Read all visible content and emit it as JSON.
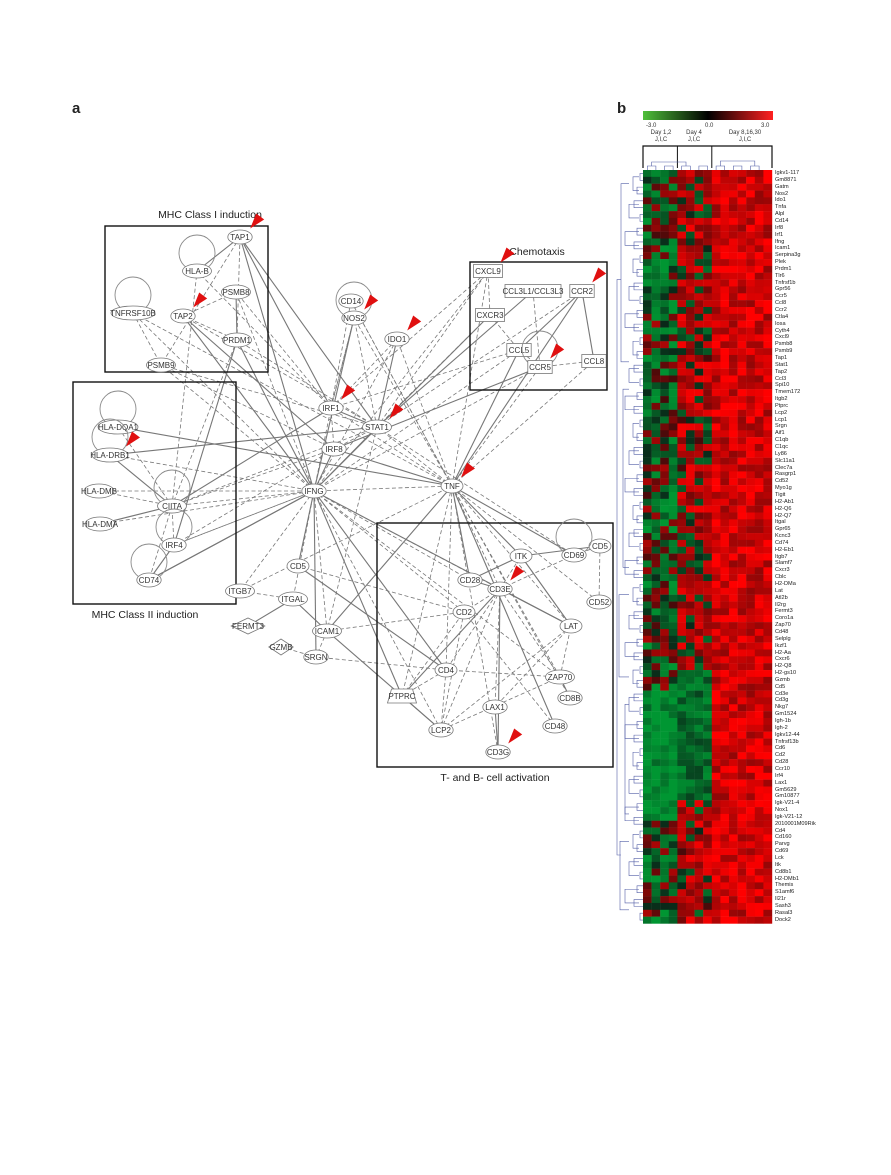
{
  "panels": {
    "a": "a",
    "b": "b"
  },
  "network": {
    "groups": [
      {
        "id": "mhc1",
        "title": "MHC Class I induction"
      },
      {
        "id": "mhc2",
        "title": "MHC Class II induction"
      },
      {
        "id": "chemo",
        "title": "Chemotaxis"
      },
      {
        "id": "tb",
        "title": "T- and B- cell activation"
      }
    ],
    "nodes": [
      {
        "id": "TAP1",
        "label": "TAP1",
        "shape": "ellipse",
        "red": true
      },
      {
        "id": "HLAB",
        "label": "HLA-B",
        "shape": "ellipse",
        "self": true
      },
      {
        "id": "PSMB8",
        "label": "PSMB8",
        "shape": "ellipse"
      },
      {
        "id": "TAP2",
        "label": "TAP2",
        "shape": "ellipse",
        "red": true
      },
      {
        "id": "TNFRSF10B",
        "label": "TNFRSF10B",
        "shape": "ellipse",
        "self": true
      },
      {
        "id": "PRDM1",
        "label": "PRDM1",
        "shape": "ellipse"
      },
      {
        "id": "PSMB9",
        "label": "PSMB9",
        "shape": "ellipse"
      },
      {
        "id": "CD14",
        "label": "CD14",
        "shape": "ellipse"
      },
      {
        "id": "NOS2",
        "label": "NOS2",
        "shape": "ellipse",
        "red": true,
        "self": true
      },
      {
        "id": "IDO1",
        "label": "IDO1",
        "shape": "ellipse",
        "red": true
      },
      {
        "id": "CXCL9",
        "label": "CXCL9",
        "shape": "rect",
        "red": true
      },
      {
        "id": "CCL3L1",
        "label": "CCL3L1/CCL3L3",
        "shape": "rect"
      },
      {
        "id": "CXCR3",
        "label": "CXCR3",
        "shape": "rect"
      },
      {
        "id": "CCR2",
        "label": "CCR2",
        "shape": "rect",
        "red": true
      },
      {
        "id": "CCL5",
        "label": "CCL5",
        "shape": "rect"
      },
      {
        "id": "CCL8",
        "label": "CCL8",
        "shape": "rect"
      },
      {
        "id": "CCR5",
        "label": "CCR5",
        "shape": "rect",
        "red": true,
        "self": true
      },
      {
        "id": "HLADQA1",
        "label": "HLA-DQA1",
        "shape": "ellipse",
        "self": true
      },
      {
        "id": "HLADRB1",
        "label": "HLA-DRB1",
        "shape": "ellipse",
        "red": true,
        "self": true
      },
      {
        "id": "HLADMB",
        "label": "HLA-DMB",
        "shape": "ellipse"
      },
      {
        "id": "HLADMA",
        "label": "HLA-DMA",
        "shape": "ellipse"
      },
      {
        "id": "CIITA",
        "label": "CIITA",
        "shape": "ellipse",
        "self": true
      },
      {
        "id": "IRF4",
        "label": "IRF4",
        "shape": "ellipse",
        "self": true
      },
      {
        "id": "CD74",
        "label": "CD74",
        "shape": "ellipse",
        "self": true
      },
      {
        "id": "IRF1",
        "label": "IRF1",
        "shape": "ellipse",
        "red": true
      },
      {
        "id": "STAT1",
        "label": "STAT1",
        "shape": "ellipse",
        "red": true
      },
      {
        "id": "IRF8",
        "label": "IRF8",
        "shape": "ellipse"
      },
      {
        "id": "IFNG",
        "label": "IFNG",
        "shape": "ellipse"
      },
      {
        "id": "TNF",
        "label": "TNF",
        "shape": "ellipse",
        "red": true
      },
      {
        "id": "CD5",
        "label": "CD5",
        "shape": "ellipse"
      },
      {
        "id": "ITGB7",
        "label": "ITGB7",
        "shape": "ellipse"
      },
      {
        "id": "ITGAL",
        "label": "ITGAL",
        "shape": "ellipse"
      },
      {
        "id": "FERMT3",
        "label": "FERMT3",
        "shape": "diamond"
      },
      {
        "id": "ICAM1",
        "label": "ICAM1",
        "shape": "ellipse"
      },
      {
        "id": "GZMB",
        "label": "GZMB",
        "shape": "diamond"
      },
      {
        "id": "SRGN",
        "label": "SRGN",
        "shape": "ellipse"
      },
      {
        "id": "ITK",
        "label": "ITK",
        "shape": "ellipse"
      },
      {
        "id": "CD69",
        "label": "CD69",
        "shape": "ellipse",
        "self": true
      },
      {
        "id": "CD28",
        "label": "CD28",
        "shape": "ellipse"
      },
      {
        "id": "CD3E",
        "label": "CD3E",
        "shape": "ellipse",
        "red": true
      },
      {
        "id": "CD5b",
        "label": "CD5",
        "shape": "ellipse"
      },
      {
        "id": "CD52",
        "label": "CD52",
        "shape": "ellipse"
      },
      {
        "id": "CD2",
        "label": "CD2",
        "shape": "ellipse"
      },
      {
        "id": "LAT",
        "label": "LAT",
        "shape": "ellipse"
      },
      {
        "id": "CD4",
        "label": "CD4",
        "shape": "ellipse"
      },
      {
        "id": "ZAP70",
        "label": "ZAP70",
        "shape": "ellipse"
      },
      {
        "id": "CD8B",
        "label": "CD8B",
        "shape": "ellipse"
      },
      {
        "id": "PTPRC",
        "label": "PTPRC",
        "shape": "trap"
      },
      {
        "id": "LAX1",
        "label": "LAX1",
        "shape": "ellipse"
      },
      {
        "id": "LCP2",
        "label": "LCP2",
        "shape": "ellipse"
      },
      {
        "id": "CD48",
        "label": "CD48",
        "shape": "ellipse"
      },
      {
        "id": "CD3G",
        "label": "CD3G",
        "shape": "ellipse",
        "red": true
      }
    ]
  },
  "heatmap": {
    "legend": {
      "min": "-3.0",
      "mid": "0.0",
      "max": "3.0"
    },
    "time_groups": [
      {
        "label": "Day 1,2",
        "sub": "J,I,C"
      },
      {
        "label": "Day 4",
        "sub": "J,I,C"
      },
      {
        "label": "Day 8,16,30",
        "sub": "J,I,C"
      }
    ],
    "genes": [
      "Igkv1-117",
      "Gm8871",
      "Gatm",
      "Nos2",
      "Ido1",
      "Tnfa",
      "Alpl",
      "Cd14",
      "Irf8",
      "Irf1",
      "Ifng",
      "Icam1",
      "Serpina3g",
      "Plek",
      "Prdm1",
      "Tlr6",
      "Tnfrsf1b",
      "Gpr56",
      "Ccr5",
      "Ccl8",
      "Ccr2",
      "Ctla4",
      "Iosa",
      "Cyth4",
      "Cxcl9",
      "Psmb8",
      "Psmb9",
      "Tap1",
      "Stat1",
      "Tap2",
      "Ccl3",
      "Spi10",
      "Tmem172",
      "Itgb2",
      "Ptprc",
      "Lcp2",
      "Lcp1",
      "Srgn",
      "Aif1",
      "C1qb",
      "C1qc",
      "Ly86",
      "Slc11a1",
      "Clec7a",
      "Rasgrp1",
      "Cd52",
      "Myo1g",
      "Tigit",
      "H2-Ab1",
      "H2-Q6",
      "H2-Q7",
      "Itgal",
      "Gpr65",
      "Kcnc3",
      "Cd74",
      "H2-Eb1",
      "Itgb7",
      "Slamf7",
      "Cxcr3",
      "Cblc",
      "H2-DMa",
      "Lat",
      "Atl2b",
      "Il2rg",
      "Fermt3",
      "Coro1a",
      "Zap70",
      "Cd48",
      "Selplg",
      "Ikzf1",
      "H2-Aa",
      "Cxcr6",
      "H2-Q8",
      "H2-gs10",
      "Gzmb",
      "Cd5",
      "Cd3e",
      "Cd3g",
      "Nkg7",
      "Gm1524",
      "Igh-1b",
      "Igh-2",
      "Igkv12-44",
      "Tnfrsf13b",
      "Cd6",
      "Cd2",
      "Cd28",
      "Ccr10",
      "Irf4",
      "Lax1",
      "Gm5629",
      "Gm10877",
      "Igk-V21-4",
      "Nox1",
      "Igk-V21-12",
      "2010001M09Rik",
      "Cd4",
      "Cd160",
      "Parvg",
      "Cd69",
      "Lck",
      "Itk",
      "Cd8b1",
      "H2-DMb1",
      "Themis",
      "S1amf6",
      "Il21r",
      "Sash3",
      "Rasal3",
      "Dock2"
    ]
  }
}
